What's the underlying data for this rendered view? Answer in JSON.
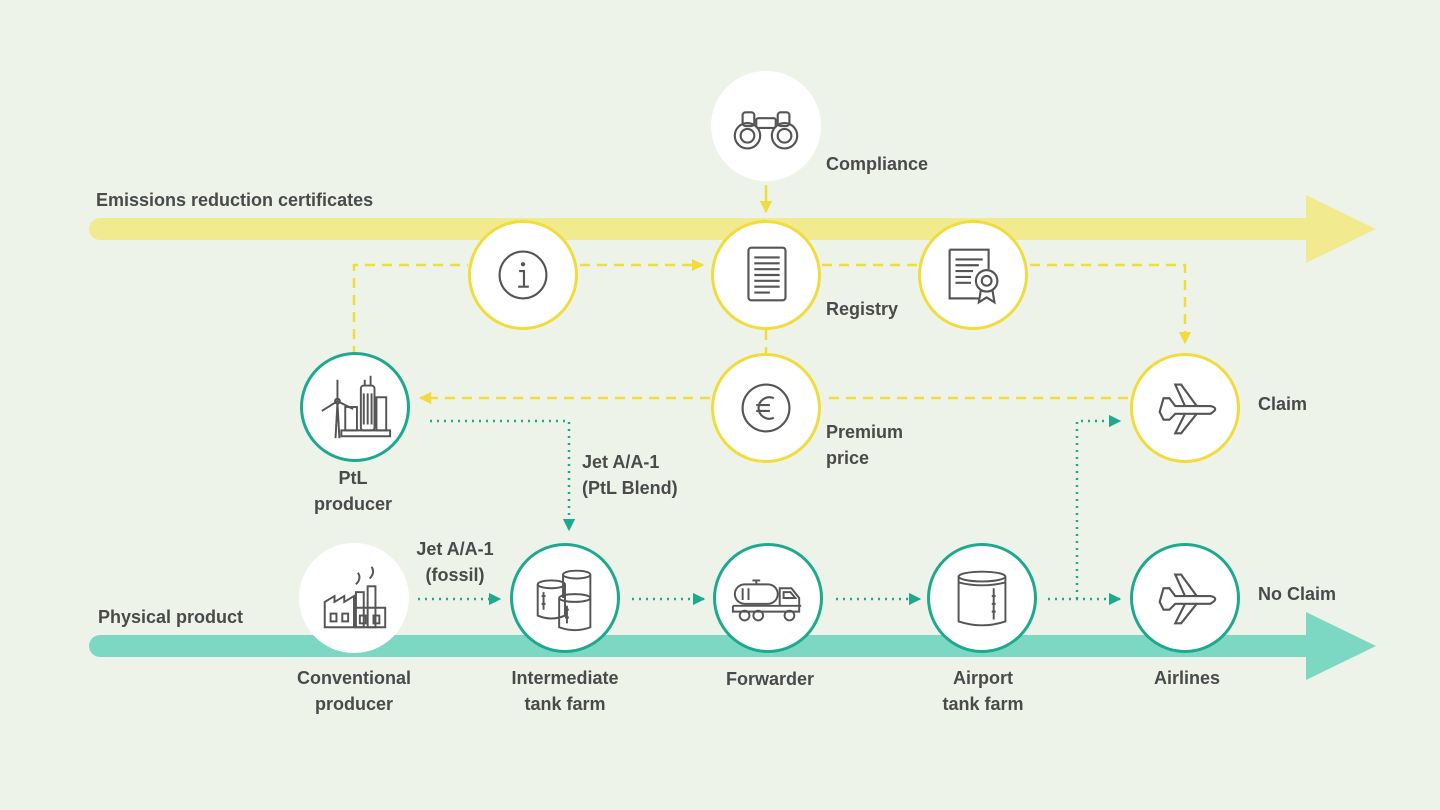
{
  "labels": {
    "emissions_band": "Emissions reduction certificates",
    "physical_band": "Physical product",
    "compliance": "Compliance",
    "registry": "Registry",
    "premium_line1": "Premium",
    "premium_line2": "price",
    "claim": "Claim",
    "no_claim": "No Claim",
    "ptl_line1": "PtL",
    "ptl_line2": "producer",
    "jet_ptl_line1": "Jet A/A-1",
    "jet_ptl_line2": "(PtL Blend)",
    "jet_fossil_line1": "Jet A/A-1",
    "jet_fossil_line2": "(fossil)",
    "conventional_line1": "Conventional",
    "conventional_line2": "producer",
    "intermediate_line1": "Intermediate",
    "intermediate_line2": "tank farm",
    "forwarder": "Forwarder",
    "airport_line1": "Airport",
    "airport_line2": "tank farm",
    "airlines": "Airlines"
  },
  "icons": {
    "compliance": "binoculars-icon",
    "info": "info-icon",
    "registry": "document-icon",
    "certificate": "certificate-icon",
    "premium": "euro-icon",
    "claim": "airplane-icon",
    "ptl": "wind-turbine-plant-icon",
    "conventional": "factory-icon",
    "intermediate": "storage-tanks-icon",
    "forwarder": "tanker-truck-icon",
    "airport": "tank-icon",
    "airlines": "airplane-icon"
  },
  "colors": {
    "background": "#eef3ea",
    "certificate_flow": "#f0dc3c",
    "certificate_band": "#f2ea8e",
    "physical_flow": "#1ea98f",
    "physical_band": "#7dd8c3",
    "text": "#4a4a4a",
    "icon": "#555555"
  }
}
